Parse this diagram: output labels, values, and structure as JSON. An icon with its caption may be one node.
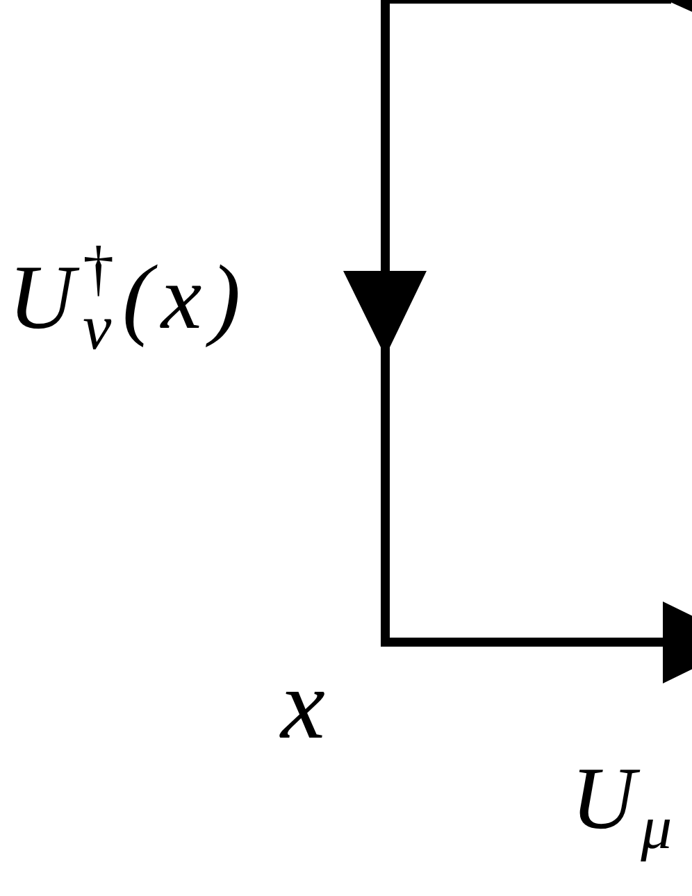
{
  "diagram": {
    "labels": [
      "U$_{ν}$$^{†}$(x)",
      "x",
      "U$_{μ}$"
    ]
  }
}
